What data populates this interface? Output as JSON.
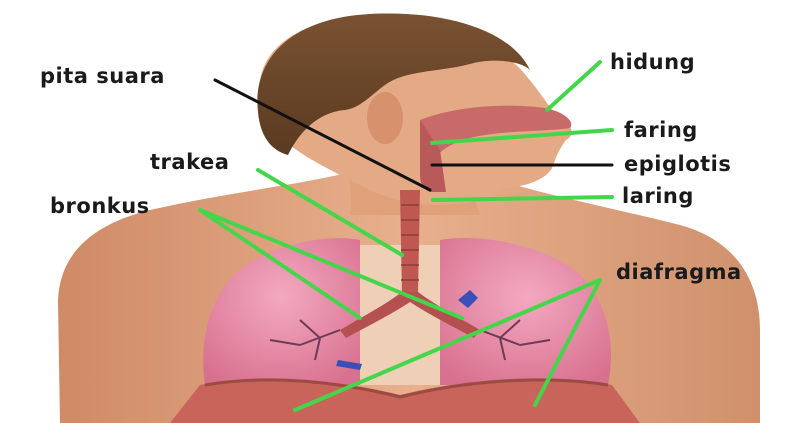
{
  "labels": {
    "pita_suara": "pita suara",
    "hidung": "hidung",
    "faring": "faring",
    "epiglotis": "epiglotis",
    "laring": "laring",
    "trakea": "trakea",
    "bronkus": "bronkus",
    "diafragma": "diafragma"
  },
  "colors": {
    "pointer_green": "#44d64a",
    "pointer_black": "#111111",
    "skin": "#e0a27d",
    "hair": "#6b4628",
    "lung": "#e58aa8",
    "muscle": "#c8645a"
  }
}
